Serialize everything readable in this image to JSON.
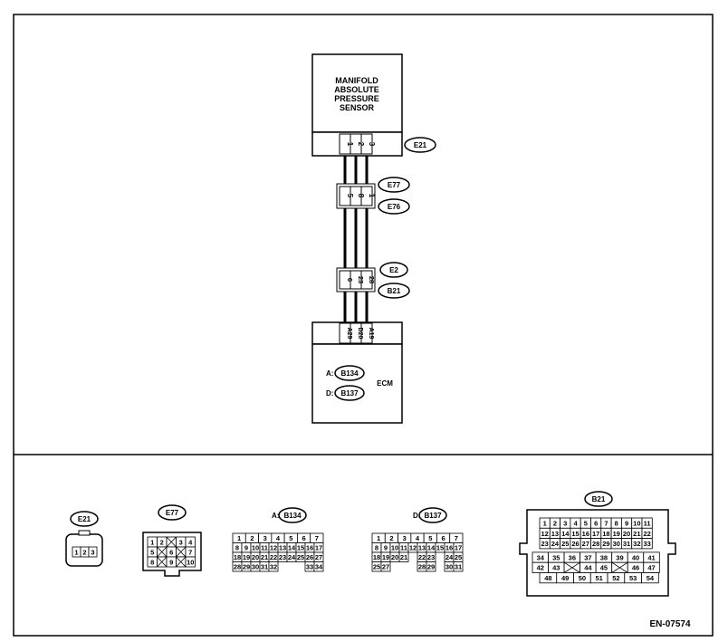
{
  "sensor": {
    "lines": [
      "MANIFOLD",
      "ABSOLUTE",
      "PRESSURE",
      "SENSOR"
    ]
  },
  "ecm": {
    "label": "ECM",
    "a_prefix": "A:",
    "a_conn": "B134",
    "d_prefix": "D:",
    "d_conn": "B137"
  },
  "connectors": {
    "e21": "E21",
    "e77": "E77",
    "e76": "E76",
    "e2": "E2",
    "b21": "B21"
  },
  "pins": {
    "e21": [
      "1",
      "2",
      "3"
    ],
    "e77": [
      "5",
      "8",
      "1"
    ],
    "e2": [
      "6",
      "23",
      "28"
    ],
    "ecm": [
      "A29",
      "D20",
      "A19"
    ]
  },
  "legend": {
    "e21": {
      "label": "E21",
      "rows": [
        [
          "1",
          "2",
          "3"
        ]
      ]
    },
    "e77": {
      "label": "E77",
      "rows": [
        [
          "1",
          "2",
          "",
          "3",
          "4"
        ],
        [
          "5",
          "",
          "6",
          "",
          "7"
        ],
        [
          "8",
          "",
          "9",
          "",
          "10"
        ]
      ]
    },
    "b134": {
      "prefix": "A:",
      "label": "B134",
      "rows": [
        [
          "1",
          "2",
          "3",
          "4",
          "5",
          "6",
          "7"
        ],
        [
          "8",
          "9",
          "10",
          "11",
          "12",
          "13",
          "14",
          "15",
          "16",
          "17"
        ],
        [
          "18",
          "19",
          "20",
          "21",
          "22",
          "23",
          "24",
          "25",
          "26",
          "27"
        ],
        [
          "28",
          "29",
          "30",
          "31",
          "32",
          "33",
          "34"
        ]
      ]
    },
    "b137": {
      "prefix": "D:",
      "label": "B137",
      "rows": [
        [
          "1",
          "2",
          "3",
          "4",
          "5",
          "6",
          "7"
        ],
        [
          "8",
          "9",
          "10",
          "11",
          "12",
          "13",
          "14",
          "15",
          "16",
          "17"
        ],
        [
          "18",
          "19",
          "20",
          "21",
          "22",
          "23",
          "24",
          "25"
        ],
        [
          "25",
          "27",
          "28",
          "29",
          "30",
          "31"
        ]
      ]
    },
    "b21": {
      "label": "B21",
      "rows": [
        [
          "1",
          "2",
          "3",
          "4",
          "5",
          "6",
          "7",
          "8",
          "9",
          "10",
          "11"
        ],
        [
          "12",
          "13",
          "14",
          "15",
          "16",
          "17",
          "18",
          "19",
          "20",
          "21",
          "22"
        ],
        [
          "23",
          "24",
          "25",
          "26",
          "27",
          "28",
          "29",
          "30",
          "31",
          "32",
          "33"
        ],
        [
          "34",
          "35",
          "36",
          "37",
          "38",
          "39",
          "40",
          "41"
        ],
        [
          "42",
          "43",
          "44",
          "45",
          "46",
          "47"
        ],
        [
          "48",
          "49",
          "50",
          "51",
          "52",
          "53",
          "54"
        ]
      ]
    }
  },
  "figure_id": "EN-07574"
}
